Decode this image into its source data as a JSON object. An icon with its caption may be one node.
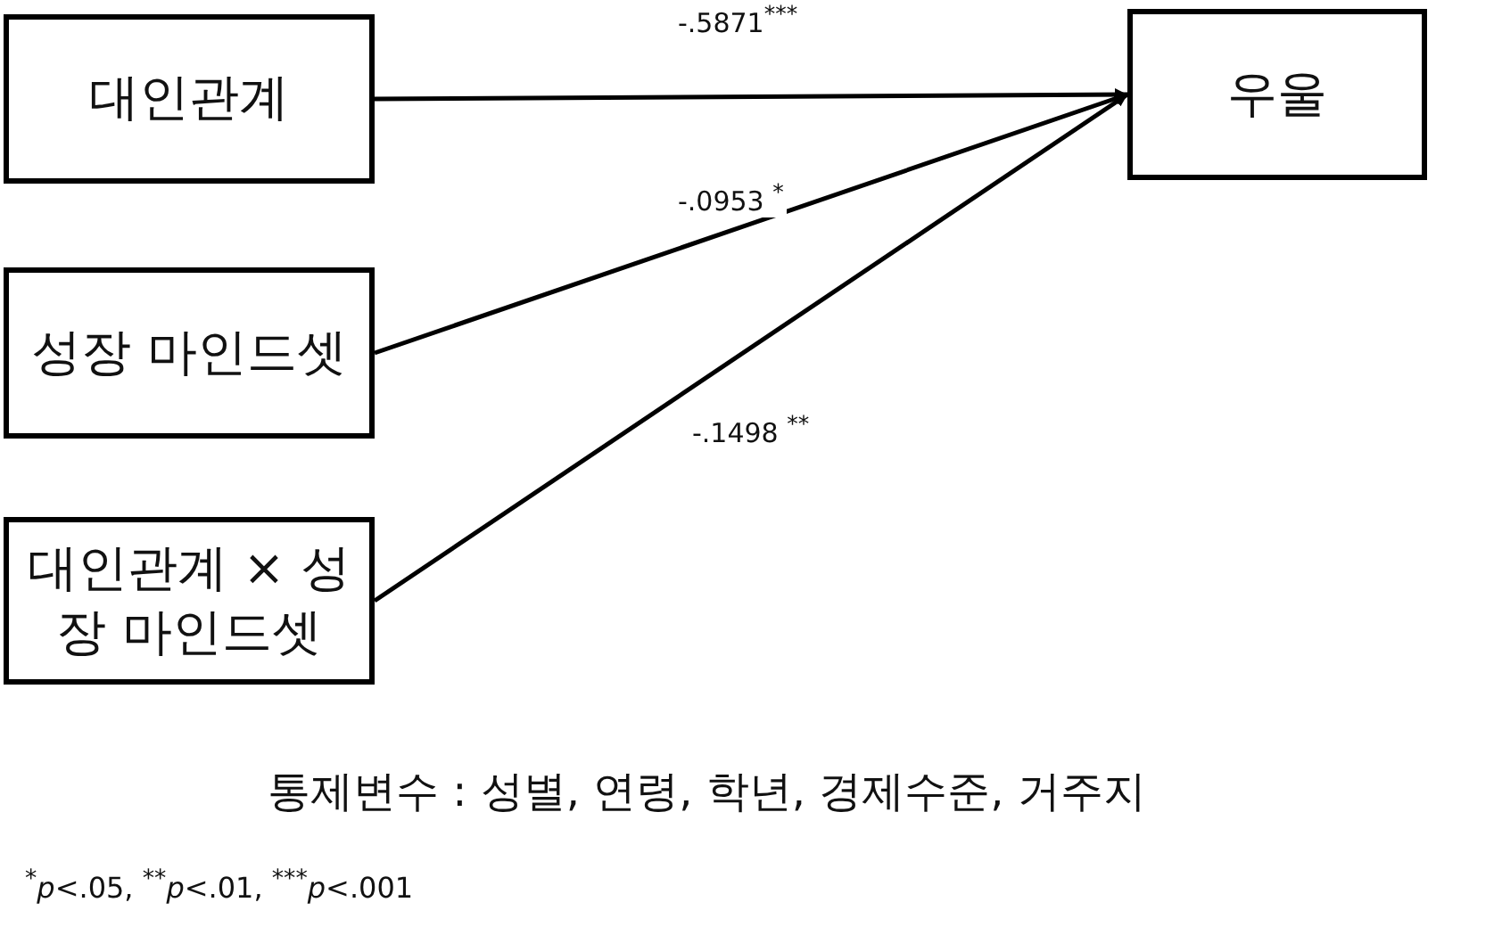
{
  "diagram": {
    "nodes": [
      {
        "text": [
          "대인관계"
        ]
      },
      {
        "text": [
          "성장 마인드셋"
        ]
      },
      {
        "text": [
          "대인관계 × 성장 마인드셋"
        ]
      },
      {
        "text": [
          "우울"
        ]
      }
    ],
    "edges": [
      {
        "from": 0,
        "to": 3,
        "arrow": "to",
        "label": "-.5871$^{***}$"
      },
      {
        "from": 1,
        "to": 3,
        "arrow": "to",
        "label": "-.0953 $^{*}$"
      },
      {
        "from": 2,
        "to": 3,
        "arrow": "to",
        "label": "-.1498 $^{**}$"
      }
    ],
    "labels": [
      "통제변수 : 성별, 연령, 학년, 경제수준, 거주지",
      "$^{*}$*p*<.05, $^{**}$*p*<.01, $^{***}$*p*<.001"
    ]
  }
}
